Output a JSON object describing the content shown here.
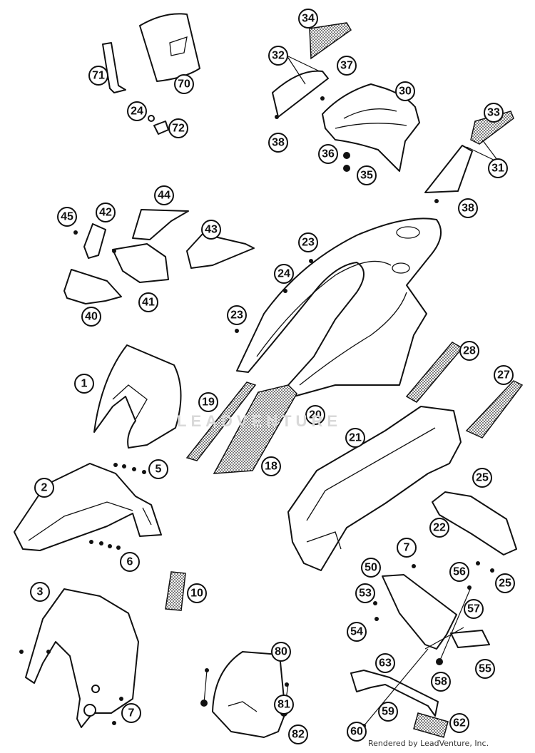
{
  "watermark": "LEADVENTURE",
  "credit": "Rendered by LeadVenture, Inc.",
  "callouts": [
    "34",
    "32",
    "37",
    "30",
    "71",
    "70",
    "24",
    "72",
    "38",
    "33",
    "36",
    "35",
    "31",
    "38",
    "45",
    "42",
    "44",
    "43",
    "23",
    "24",
    "40",
    "41",
    "23",
    "28",
    "1",
    "19",
    "20",
    "27",
    "21",
    "2",
    "5",
    "18",
    "25",
    "22",
    "6",
    "7",
    "50",
    "56",
    "53",
    "57",
    "25",
    "10",
    "3",
    "54",
    "80",
    "55",
    "63",
    "58",
    "81",
    "7",
    "59",
    "62",
    "82",
    "60"
  ],
  "colors": {
    "line": "#111111",
    "background": "#ffffff",
    "watermark": "#d9d9d9"
  }
}
